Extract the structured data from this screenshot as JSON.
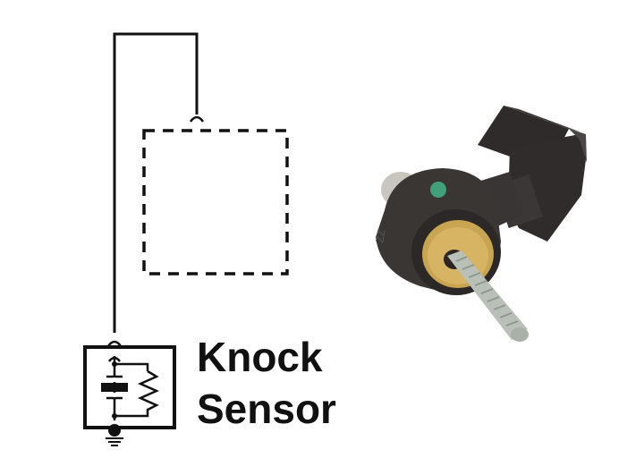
{
  "diagram": {
    "label": {
      "line1": "Knock",
      "line2": "Sensor"
    },
    "schematic": {
      "wire_color": "#111111",
      "components": [
        "knock-sensor-symbol",
        "piezo-element",
        "resistor",
        "ground",
        "dashed-module-box",
        "connector-terminals"
      ]
    },
    "photo": {
      "subject": "knock sensor",
      "colors": {
        "body": "#3a3634",
        "connector": "#2e2b2a",
        "washer": "#c9a552",
        "bolt": "#b9c0b8",
        "dot": "#3fa079"
      }
    }
  }
}
